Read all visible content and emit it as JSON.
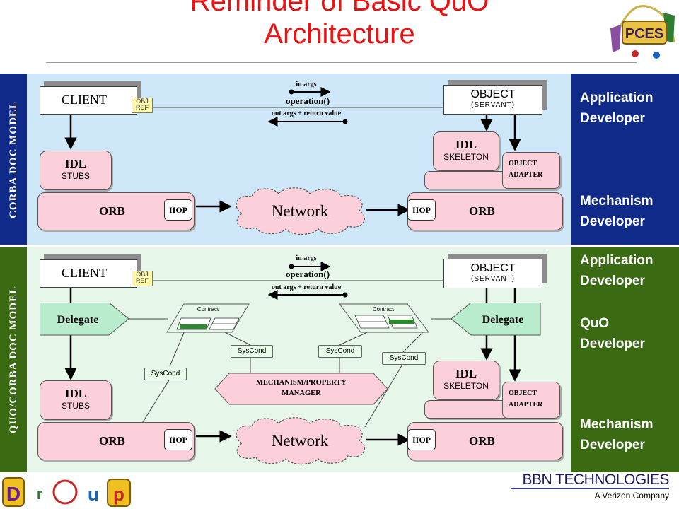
{
  "slide": {
    "title_line1": "Reminder of Basic QuO",
    "title_line2": "Architecture"
  },
  "colors": {
    "title_red": "#ee1111",
    "corba_navy": "#102a8a",
    "quo_green": "#3a6b12",
    "top_panel": "#cde6f8",
    "bottom_panel": "#e6f6e8",
    "orb_pink": "#fbd0da"
  },
  "left_labels": {
    "corba": "CORBA DOC MODEL",
    "quo": "QUO/CORBA DOC MODEL"
  },
  "right_labels": {
    "top_app": [
      "Application",
      "Developer"
    ],
    "top_mech": [
      "Mechanism",
      "Developer"
    ],
    "bot_app": [
      "Application",
      "Developer"
    ],
    "bot_quo": [
      "QuO",
      "Developer"
    ],
    "bot_mech": [
      "Mechanism",
      "Developer"
    ]
  },
  "top_diagram": {
    "client": "CLIENT",
    "obj_ref": [
      "OBJ",
      "REF"
    ],
    "in_args": "in args",
    "operation": "operation()",
    "out_args": "out args + return value",
    "object": "OBJECT",
    "servant": "(SERVANT)",
    "idl_skeleton_title": "IDL",
    "idl_skeleton_sub": "SKELETON",
    "idl_stubs_title": "IDL",
    "idl_stubs_sub": "STUBS",
    "object_adapter": [
      "OBJECT",
      "ADAPTER"
    ],
    "orb_left": "ORB",
    "orb_right": "ORB",
    "iiop_left": "IIOP",
    "iiop_right": "IIOP",
    "network": "Network"
  },
  "bottom_diagram": {
    "client": "CLIENT",
    "obj_ref": [
      "OBJ",
      "REF"
    ],
    "in_args": "in args",
    "operation": "operation()",
    "out_args": "out args + return value",
    "object": "OBJECT",
    "servant": "(SERVANT)",
    "delegate_left": "Delegate",
    "delegate_right": "Delegate",
    "contract_left": "Contract",
    "contract_right": "Contract",
    "syscond_1": "SysCond",
    "syscond_2": "SysCond",
    "syscond_3": "SysCond",
    "syscond_4": "SysCond",
    "manager": [
      "MECHANISM/PROPERTY",
      "MANAGER"
    ],
    "idl_skeleton_title": "IDL",
    "idl_skeleton_sub": "SKELETON",
    "idl_stubs_title": "IDL",
    "idl_stubs_sub": "STUBS",
    "object_adapter": [
      "OBJECT",
      "ADAPTER"
    ],
    "orb_left": "ORB",
    "orb_right": "ORB",
    "iiop_left": "IIOP",
    "iiop_right": "IIOP",
    "network": "Network"
  },
  "footer": {
    "bbn": "BBN TECHNOLOGIES",
    "verizon": "A Verizon Company",
    "dgroup_letters": [
      "D",
      "r",
      "u",
      "p"
    ],
    "pces_logo": "PCES"
  }
}
